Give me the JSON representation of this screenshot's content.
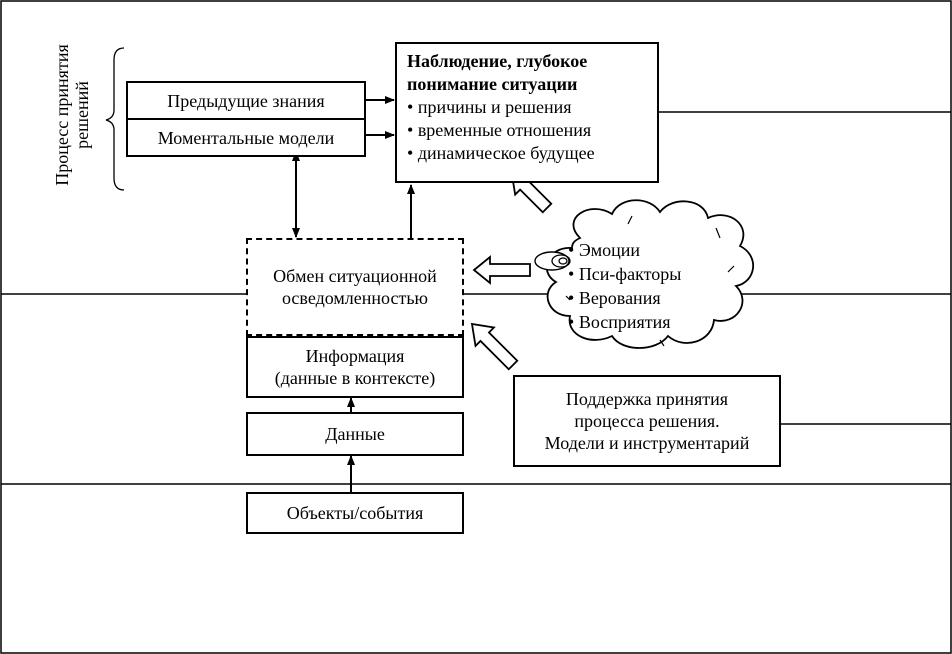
{
  "side_label": "Процесс принятия решений",
  "prior_knowledge": "Предыдущие знания",
  "momentary_models": "Моментальные модели",
  "observation": {
    "title_line1": "Наблюдение, глубокое",
    "title_line2": "понимание ситуации",
    "bullets": [
      "причины и решения",
      "временные отношения",
      "динамическое будущее"
    ]
  },
  "exchange": {
    "line1": "Обмен ситуационной",
    "line2": "осведомленностью"
  },
  "cloud": {
    "items": [
      "Эмоции",
      "Пси-факторы",
      "Верования",
      "Восприятия"
    ]
  },
  "information": {
    "line1": "Информация",
    "line2": "(данные в контексте)"
  },
  "data_box": "Данные",
  "objects": "Объекты/события",
  "support": {
    "line1": "Поддержка принятия",
    "line2": "процесса решения.",
    "line3": "Модели и инструментарий"
  }
}
